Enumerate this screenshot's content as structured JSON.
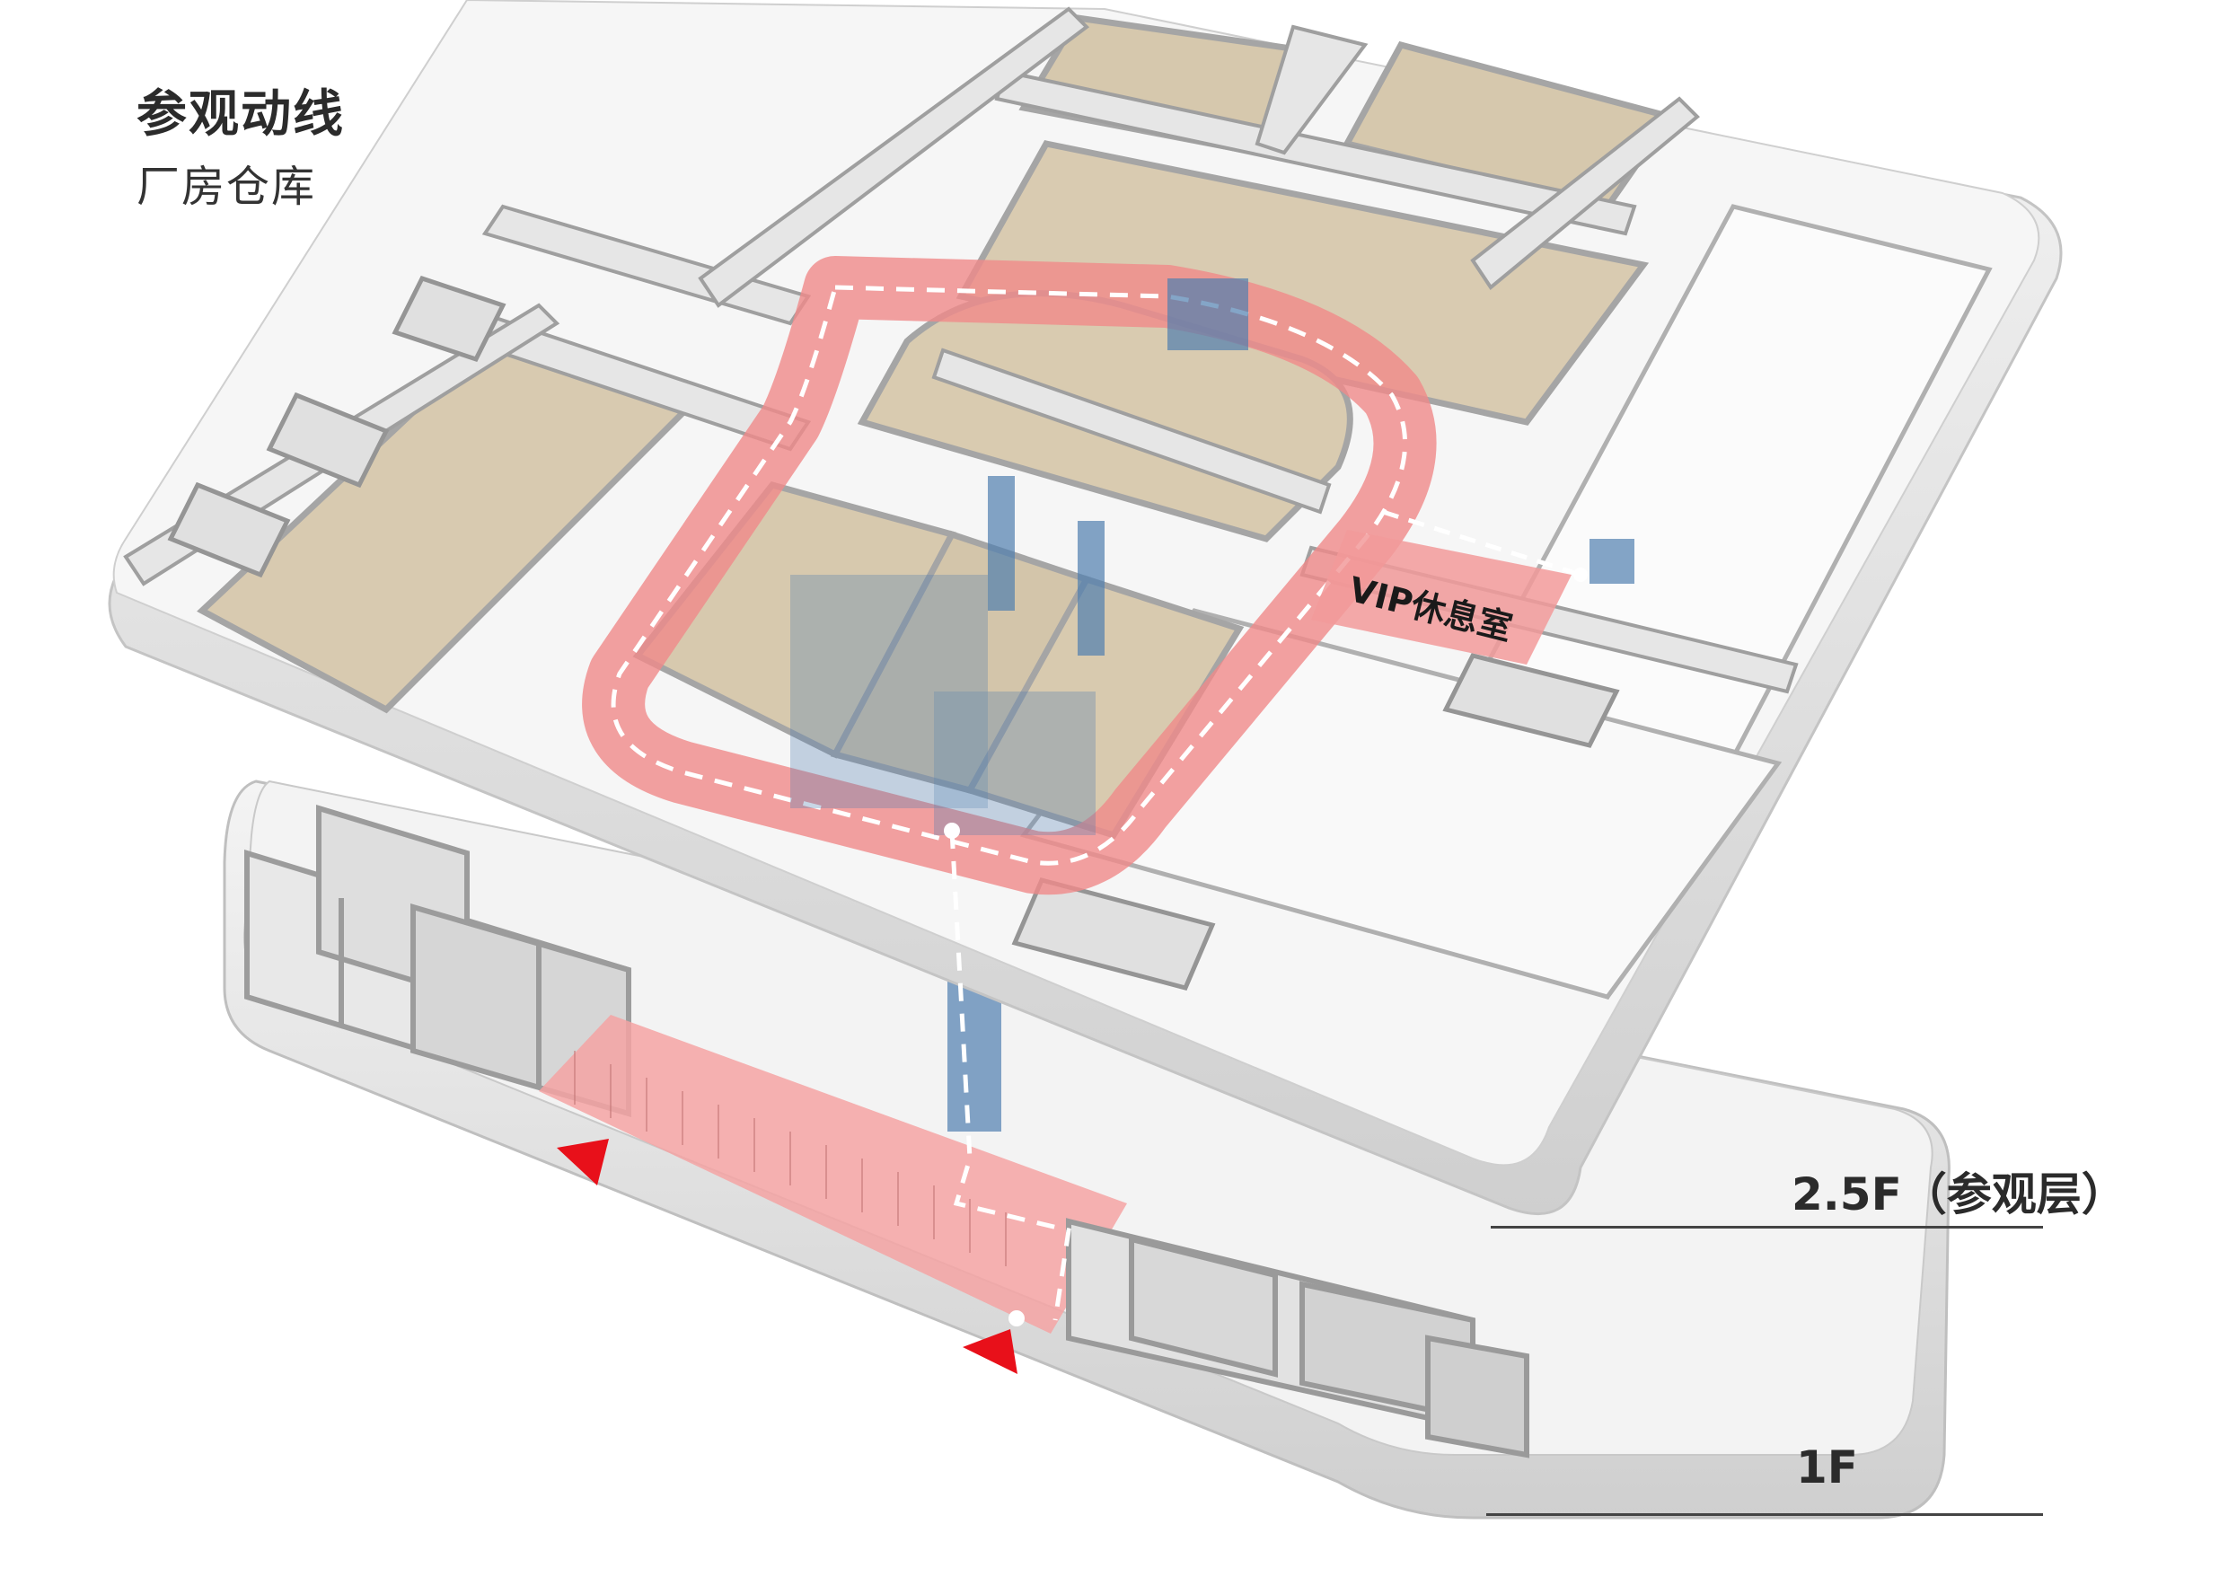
{
  "title": "参观动线",
  "subtitle": "厂房仓库",
  "vip_room": "VIP休息室",
  "levels": {
    "upper": "2.5F（参观层）",
    "ground": "1F"
  },
  "colors": {
    "route_fill": "#f28c8c",
    "glass_blue": "#4a78a8",
    "room_floor": "#d9cbb0",
    "wall": "#e4e4e4",
    "entry_arrow": "#e8101a"
  }
}
